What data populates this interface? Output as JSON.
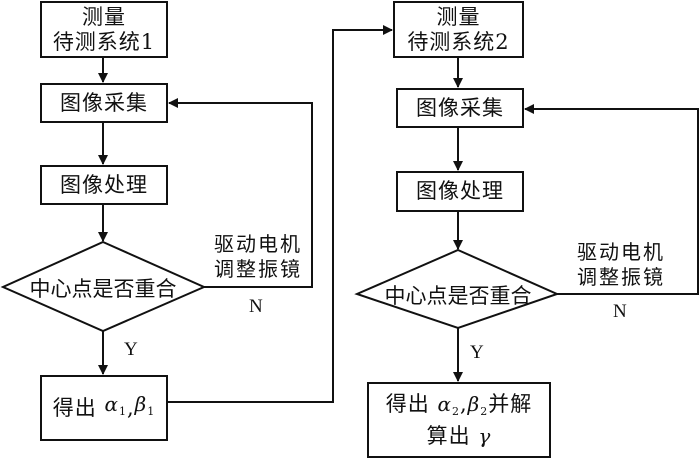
{
  "diagram": {
    "left_flow": {
      "start": {
        "line1": "测量",
        "line2": "待测系统1"
      },
      "acquire": "图像采集",
      "process": "图像处理",
      "decision": "中心点是否重合",
      "feedback_label": {
        "line1": "驱动电机",
        "line2": "调整振镜"
      },
      "no_label": "N",
      "yes_label": "Y",
      "result": {
        "prefix": "得出 ",
        "alpha": "α",
        "alpha_sub": "1",
        "sep": ",",
        "beta": "β",
        "beta_sub": "1"
      }
    },
    "right_flow": {
      "start": {
        "line1": "测量",
        "line2": "待测系统2"
      },
      "acquire": "图像采集",
      "process": "图像处理",
      "decision": "中心点是否重合",
      "feedback_label": {
        "line1": "驱动电机",
        "line2": "调整振镜"
      },
      "no_label": "N",
      "yes_label": "Y",
      "result": {
        "prefix": "得出 ",
        "alpha": "α",
        "alpha_sub": "2",
        "sep": ",",
        "beta": "β",
        "beta_sub": "2",
        "suffix": "并解",
        "line2_prefix": "算出 ",
        "gamma": "γ"
      }
    }
  }
}
